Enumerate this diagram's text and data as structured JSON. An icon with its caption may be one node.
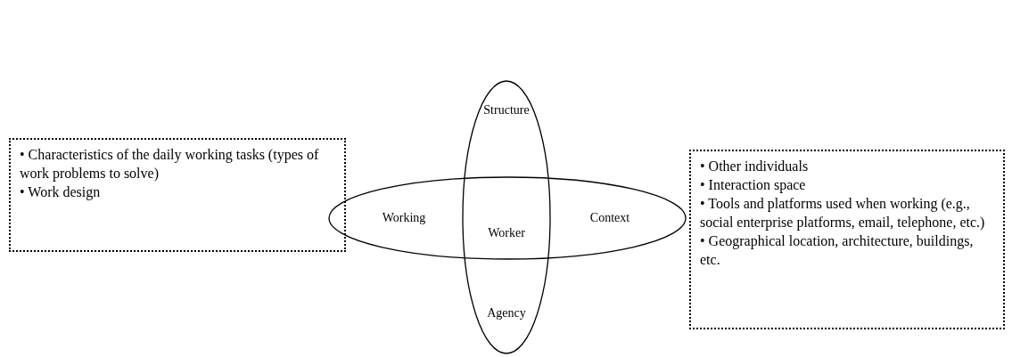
{
  "diagram": {
    "nodes": [
      {
        "text": [
          "• Characteristics of the daily working tasks (types of work problems to solve)",
          "• Work design"
        ]
      },
      {
        "text": [
          "Structure",
          "Agency"
        ]
      },
      {
        "text": [
          "Working",
          "Context"
        ]
      },
      {
        "text": [
          "• Other individuals",
          "• Interaction space",
          "• Tools and platforms used when working (e.g., social enterprise platforms, email, telephone, etc.)",
          "• Geographical location, architecture, buildings, etc."
        ]
      }
    ],
    "labels": [
      "Worker"
    ]
  }
}
